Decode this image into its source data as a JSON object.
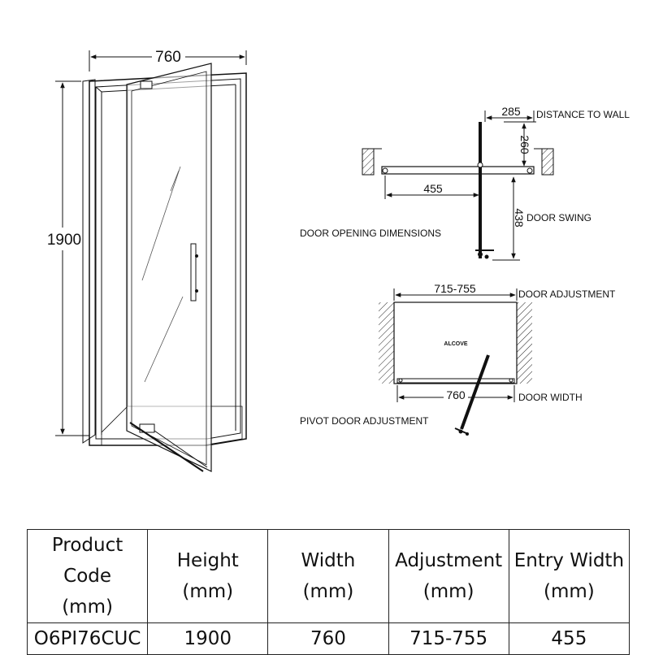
{
  "door": {
    "width": "760",
    "height": "1900"
  },
  "opening": {
    "wall_distance_value": "285",
    "wall_distance_label": "DISTANCE TO WALL",
    "return_value": "260",
    "entry_value": "455",
    "swing_value": "438",
    "swing_label": "DOOR SWING",
    "title": "DOOR OPENING DIMENSIONS"
  },
  "adjustment": {
    "range_value": "715-755",
    "range_label": "DOOR ADJUSTMENT",
    "alcove_label": "ALCOVE",
    "width_value": "760",
    "width_label": "DOOR WIDTH",
    "title": "PIVOT DOOR ADJUSTMENT"
  },
  "spec_table": {
    "headers": [
      [
        "Product Code",
        "(mm)"
      ],
      [
        "Height",
        "(mm)"
      ],
      [
        "Width",
        "(mm)"
      ],
      [
        "Adjustment",
        "(mm)"
      ],
      [
        "Entry Width",
        "(mm)"
      ]
    ],
    "values": [
      "O6PI76CUC",
      "1900",
      "760",
      "715-755",
      "455"
    ]
  }
}
